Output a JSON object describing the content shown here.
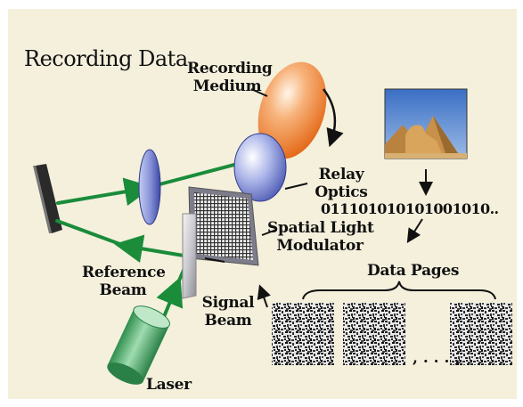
{
  "title": "Recording Data",
  "labels": {
    "recording_medium": [
      "Recording",
      "Medium"
    ],
    "relay_optics": [
      "Relay",
      "Optics"
    ],
    "slm": [
      "Spatial Light",
      "Modulator"
    ],
    "reference_beam": [
      "Reference",
      "Beam"
    ],
    "signal_beam": [
      "Signal",
      "Beam"
    ],
    "laser": "Laser",
    "binary_string": "011101010101001010..",
    "data_pages": "Data Pages",
    "ellipsis": ", . . . ,"
  },
  "colors": {
    "background": "#f4f0dc",
    "beam": "#1a8c3a",
    "lens": "#6f7fd6",
    "medium": "#f08a3c",
    "slm_frame": "#8a8a9a"
  },
  "icons": {
    "source_image": "sphinx-pyramids-photo",
    "rotation": "curved-arrow-icon"
  }
}
